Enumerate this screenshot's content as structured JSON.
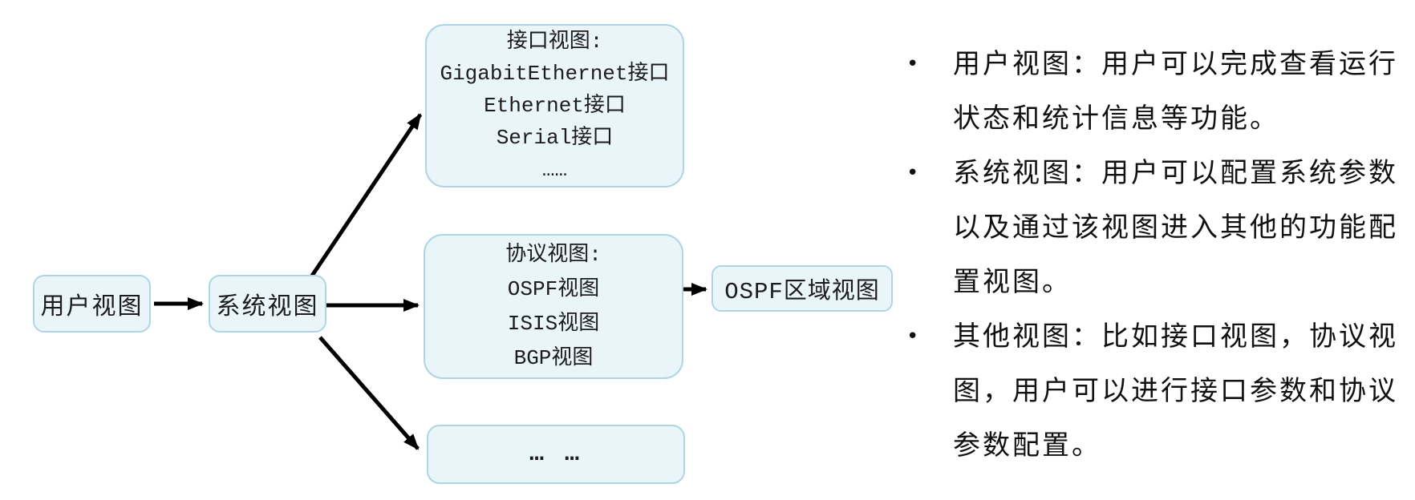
{
  "palette": {
    "background": "#ffffff",
    "box_fill": "#eaf5fa",
    "box_border": "#aed5e3",
    "arrow_color": "#000000",
    "text_color": "#1c1c1c"
  },
  "diagram": {
    "user_view": {
      "label": "用户视图"
    },
    "system_view": {
      "label": "系统视图"
    },
    "interface_view": {
      "lines": [
        "接口视图:",
        "GigabitEthernet接口",
        "Ethernet接口",
        "Serial接口",
        "……"
      ]
    },
    "protocol_view": {
      "lines": [
        "协议视图:",
        "OSPF视图",
        "ISIS视图",
        "BGP视图"
      ]
    },
    "ospf_area_view": {
      "label": "OSPF区域视图"
    },
    "other_views": {
      "label": "… …"
    }
  },
  "notes": {
    "bullet_char": "•",
    "bullets": [
      {
        "lines": [
          "用户视图：用户可以完成查看运行",
          "状态和统计信息等功能。"
        ]
      },
      {
        "lines": [
          "系统视图：用户可以配置系统参数",
          "以及通过该视图进入其他的功能配",
          "置视图。"
        ]
      },
      {
        "lines": [
          "其他视图：比如接口视图，协议视",
          "图，用户可以进行接口参数和协议",
          "参数配置。"
        ]
      }
    ]
  }
}
